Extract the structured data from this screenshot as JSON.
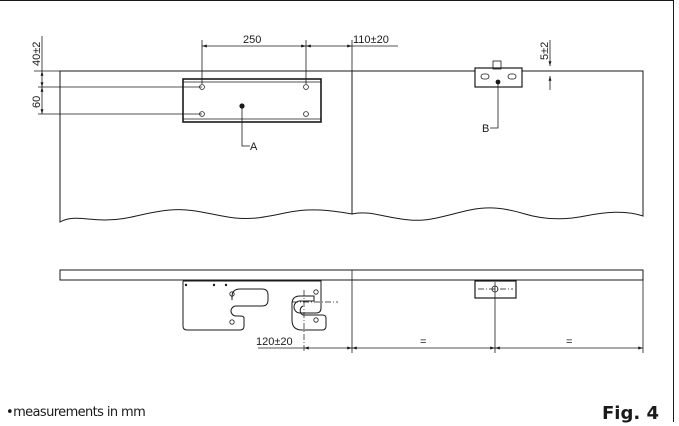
{
  "dimensions": {
    "d250": "250",
    "d110": "110±20",
    "d40": "40±2",
    "d60": "60",
    "d5": "5±2",
    "d120": "120±20",
    "equal_left": "=",
    "equal_right": "="
  },
  "labels": {
    "part_a": "A",
    "part_b": "B"
  },
  "footer": {
    "note": "•measurements in mm",
    "figure": "Fig. 4"
  }
}
